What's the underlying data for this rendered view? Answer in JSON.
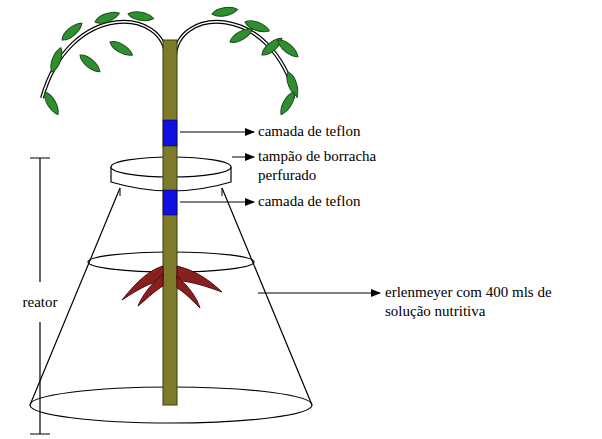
{
  "diagram": {
    "labels": [
      "camada de teflon",
      "tampão de borracha perfurado",
      "camada de teflon",
      "reator",
      "erlenmeyer com 400 mls de solução nutritiva"
    ]
  }
}
